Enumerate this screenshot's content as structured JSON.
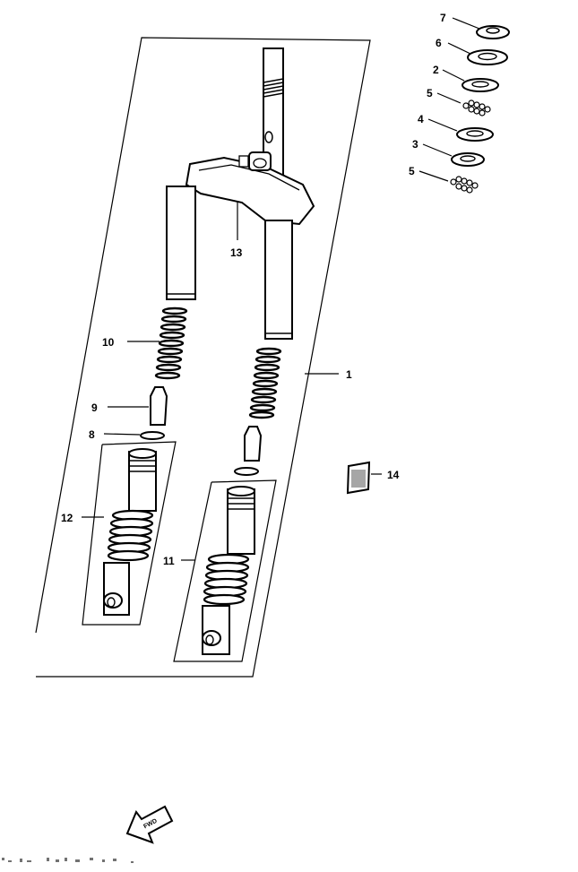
{
  "callouts": {
    "c1": "1",
    "c2": "2",
    "c3": "3",
    "c4": "4",
    "c5a": "5",
    "c5b": "5",
    "c6": "6",
    "c7": "7",
    "c8": "8",
    "c9": "9",
    "c10": "10",
    "c11": "11",
    "c12": "12",
    "c13": "13",
    "c14": "14"
  },
  "fwd_arrow_text": "FWD"
}
